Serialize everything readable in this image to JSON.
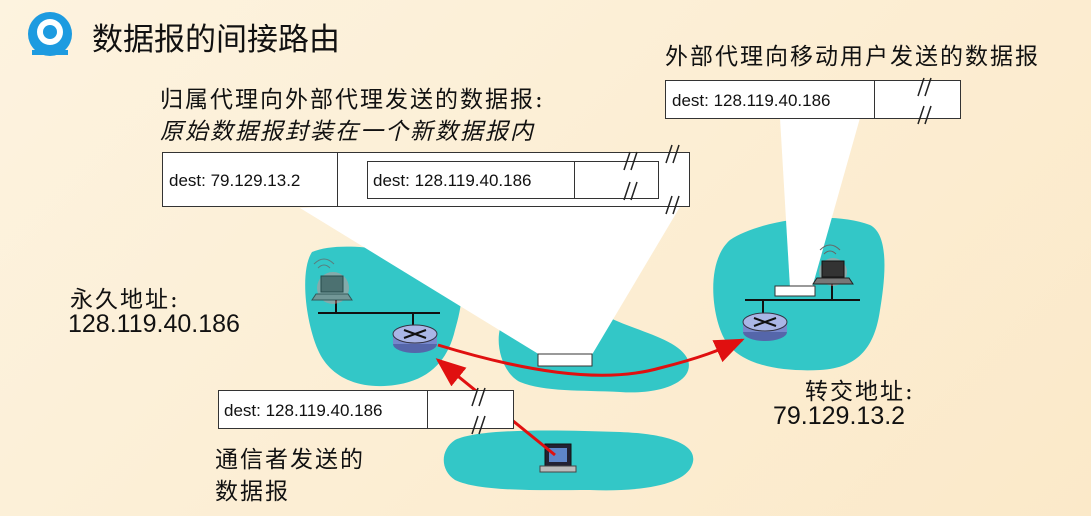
{
  "header": {
    "title": "数据报的间接路由"
  },
  "captions": {
    "home_to_foreign": "归属代理向外部代理发送的数据报:",
    "encapsulation": "原始数据报封装在一个新数据报内",
    "foreign_to_mobile": "外部代理向移动用户发送的数据报",
    "permanent_label": "永久地址:",
    "permanent_address": "128.119.40.186",
    "care_of_label": "转交地址:",
    "care_of_address": "79.129.13.2",
    "correspondent_line1": "通信者发送的",
    "correspondent_line2": "数据报"
  },
  "packets": {
    "outer_dest": "dest: 79.129.13.2",
    "inner_dest": "dest: 128.119.40.186",
    "foreign_dest": "dest: 128.119.40.186",
    "correspondent_dest": "dest: 128.119.40.186"
  },
  "colors": {
    "network": "#33c7c7",
    "arrow": "#e01010",
    "logo": "#1d9be0",
    "callout": "#ffffff"
  }
}
